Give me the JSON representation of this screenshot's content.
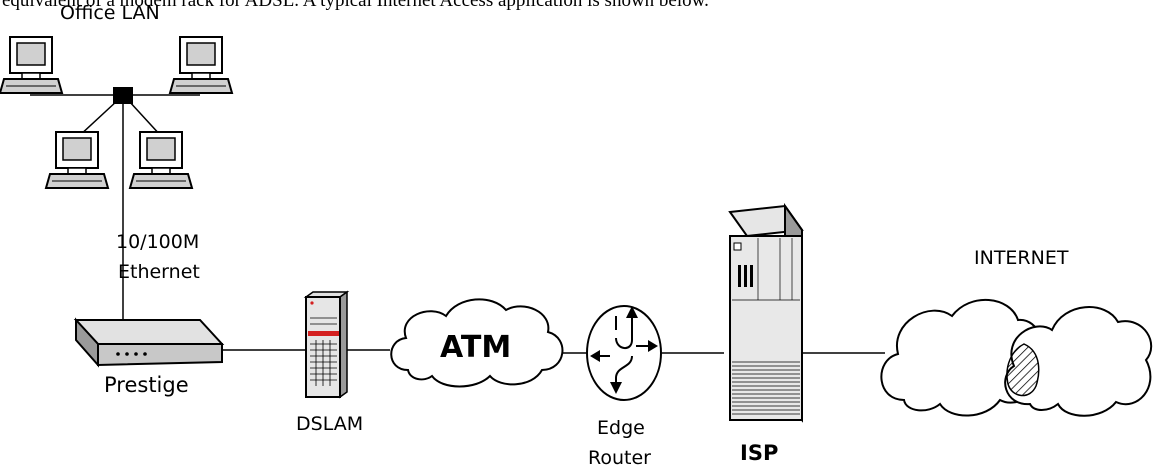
{
  "caption": "equivalent of a modem rack for ADSL. A typical Internet Access application is shown below.",
  "labels": {
    "office_lan": "Office LAN",
    "link_speed": "10/100M",
    "link_type": "Ethernet",
    "prestige": "Prestige",
    "dslam": "DSLAM",
    "atm": "ATM",
    "edge_router_line1": "Edge",
    "edge_router_line2": "Router",
    "isp": "ISP",
    "internet": "INTERNET"
  },
  "colors": {
    "line": "#000000",
    "dslam_accent": "#d42020",
    "device_gray": "#c8c8c8",
    "screen_gray": "#d0d0d0"
  }
}
